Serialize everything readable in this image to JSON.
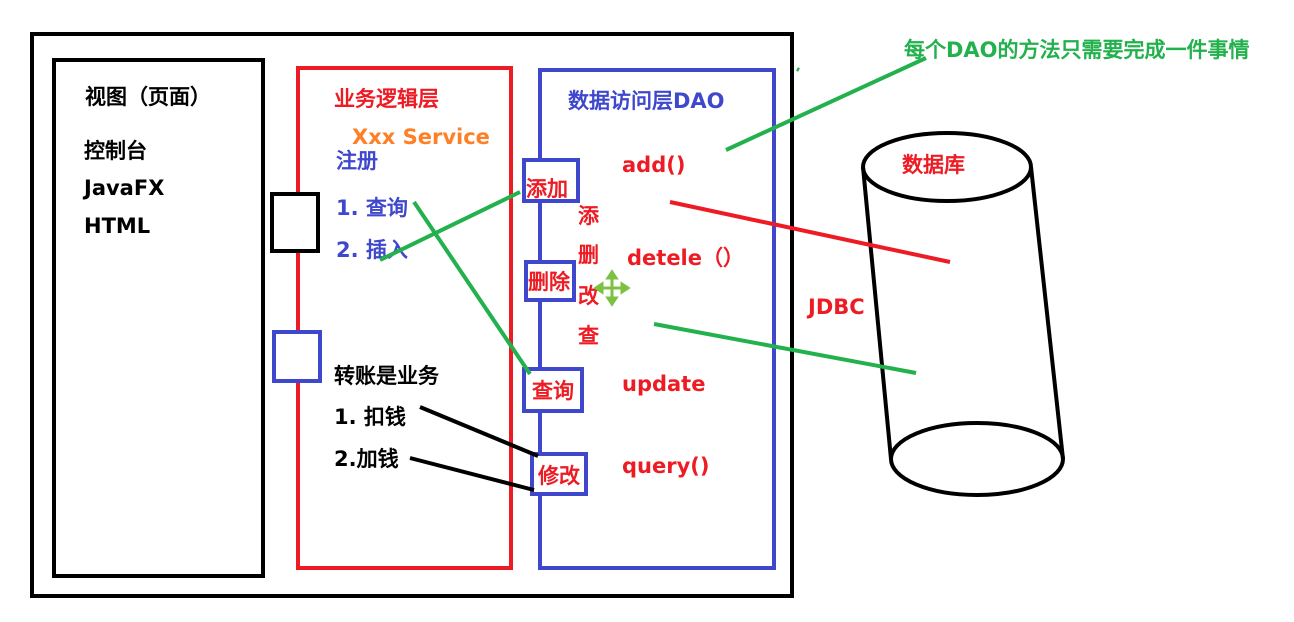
{
  "colors": {
    "black": "#000000",
    "red": "#ed1c24",
    "blue": "#3f48cc",
    "green": "#22b14c",
    "orange": "#ff7f27"
  },
  "annotation": "每个DAO的方法只需要完成一件事情",
  "view_layer": {
    "title": "视图（页面）",
    "items": [
      "控制台",
      "JavaFX",
      "HTML"
    ]
  },
  "service_layer": {
    "title": "业务逻辑层",
    "subtitle": "Xxx Service",
    "register": "注册",
    "register_steps": [
      "1. 查询",
      "2. 插入"
    ],
    "transfer": "转账是业务",
    "transfer_steps": [
      "1. 扣钱",
      "2.加钱"
    ]
  },
  "dao_layer": {
    "title": "数据访问层DAO",
    "ops": [
      "添加",
      "删除",
      "查询",
      "修改"
    ],
    "crud_chars": [
      "添",
      "删",
      "改",
      "查"
    ],
    "methods": [
      "add()",
      "detele（）",
      "update",
      "query()"
    ]
  },
  "database": {
    "label": "数据库",
    "jdbc": "JDBC"
  },
  "icons": {
    "move": "move-cursor-icon"
  }
}
